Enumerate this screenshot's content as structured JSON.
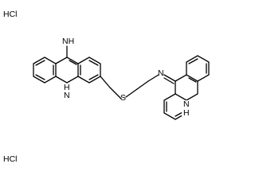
{
  "molecule": {
    "salt_labels": [
      "HCl",
      "HCl"
    ],
    "atom_labels": {
      "amine": "NH",
      "ring_nh_left": "H",
      "ring_n_left": "N",
      "sulfur": "S",
      "linker_n": "N",
      "ring_n_right": "N",
      "ring_nh_right": "H"
    }
  }
}
